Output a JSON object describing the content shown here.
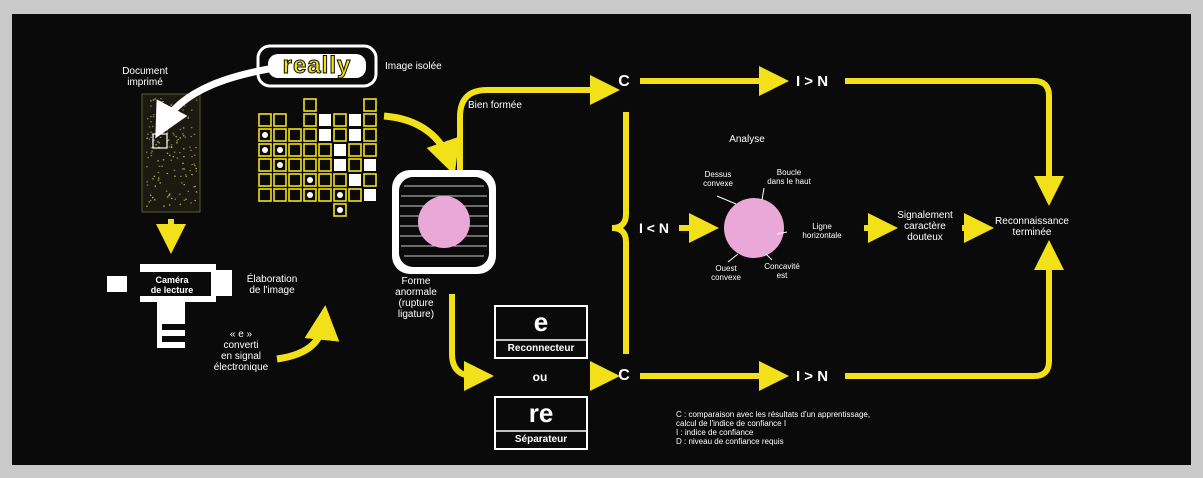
{
  "colors": {
    "yellow": "#f2e019",
    "pink": "#e9a8d8",
    "background": "#0a0a0a",
    "white": "#ffffff"
  },
  "labels": {
    "document": "Document\nimprimé",
    "image_isolee": "Image isolée",
    "really_word": "really",
    "camera": "Caméra\nde lecture",
    "elaboration": "Élaboration\nde l'image",
    "converti": "« e »\nconverti\nen signal\nélectronique",
    "bien_formee": "Bien formée",
    "forme_anormale": "Forme\nanormale\n(rupture\nligature)",
    "glyph_e": "e",
    "reconnecteur": "Reconnecteur",
    "ou": "ou",
    "glyph_re": "re",
    "separateur": "Séparateur",
    "c_top": "C",
    "c_bottom": "C",
    "i_gt_n_top": "I > N",
    "i_gt_n_bottom": "I > N",
    "i_lt_n": "I < N",
    "analyse": "Analyse",
    "dessus_convexe": "Dessus\nconvexe",
    "boucle": "Boucle\ndans le haut",
    "ligne_horizontale": "Ligne\nhorizontale",
    "ouest_convexe": "Ouest\nconvexe",
    "concavite_est": "Concavité\nest",
    "signalement": "Signalement\ncaractère\ndouteux",
    "reconnaissance": "Reconnaissance\nterminée"
  },
  "legend": [
    "C : comparaison avec les résultats d'un apprentissage,",
    "     calcul de l'indice de confiance I",
    "I : indice de confiance",
    "D : niveau de confiance requis"
  ],
  "pixel_grid": [
    [
      0,
      0,
      0,
      2,
      0,
      0,
      0,
      2
    ],
    [
      2,
      2,
      0,
      2,
      1,
      2,
      1,
      2
    ],
    [
      3,
      2,
      2,
      2,
      1,
      2,
      1,
      2
    ],
    [
      3,
      3,
      2,
      2,
      2,
      1,
      2,
      2
    ],
    [
      2,
      3,
      2,
      2,
      2,
      1,
      2,
      1
    ],
    [
      2,
      2,
      2,
      3,
      2,
      2,
      1,
      2
    ],
    [
      2,
      2,
      2,
      3,
      2,
      3,
      2,
      1
    ],
    [
      0,
      0,
      0,
      0,
      0,
      3,
      0,
      0
    ]
  ]
}
